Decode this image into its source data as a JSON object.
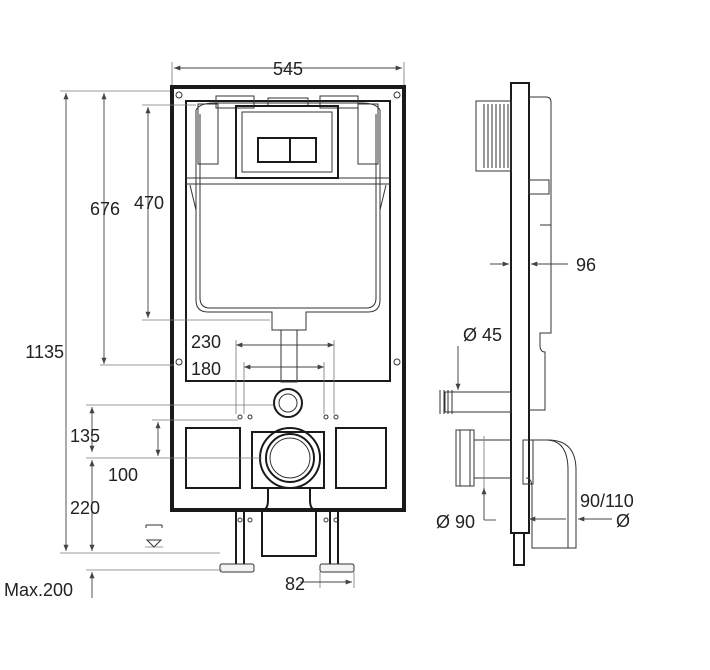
{
  "dimensions": {
    "frame_width": "545",
    "tank_height": "676",
    "tank_inner_height": "470",
    "total_height": "1135",
    "spacing_230": "230",
    "spacing_180": "180",
    "offset_135": "135",
    "offset_100": "100",
    "height_220": "220",
    "max_adjust": "Max.200",
    "foot_width": "82",
    "depth_96": "96",
    "diam_45": "Ø 45",
    "diam_90": "Ø 90",
    "outlet_90_110": "90/110",
    "outlet_diam": "Ø"
  }
}
